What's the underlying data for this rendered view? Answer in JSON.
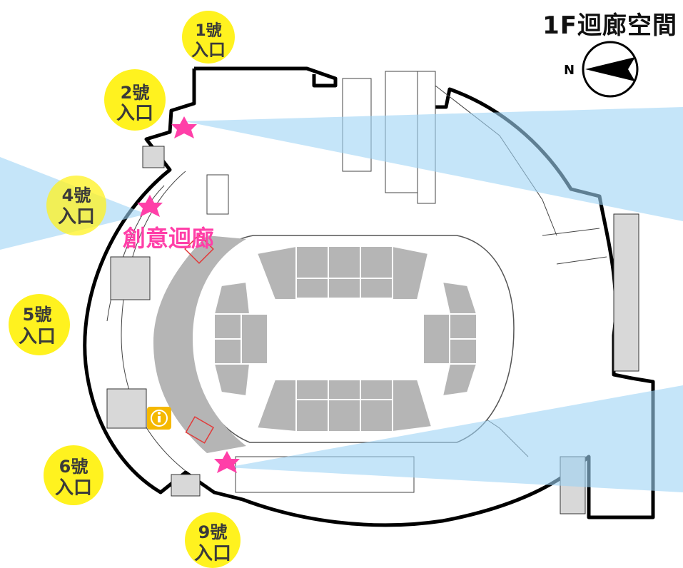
{
  "title": "1F迴廊空間",
  "compass": {
    "label": "N"
  },
  "corridor_label": "創意迴廊",
  "info_icon": "info-icon",
  "colors": {
    "entrance": "#fff21f",
    "star": "#ff3fa8",
    "beam": "#9fd4f5",
    "seats": "#b5b5b5",
    "info": "#f5b800"
  },
  "entrances": [
    {
      "num": "1號",
      "word": "入口"
    },
    {
      "num": "2號",
      "word": "入口"
    },
    {
      "num": "4號",
      "word": "入口"
    },
    {
      "num": "5號",
      "word": "入口"
    },
    {
      "num": "6號",
      "word": "入口"
    },
    {
      "num": "9號",
      "word": "入口"
    }
  ]
}
